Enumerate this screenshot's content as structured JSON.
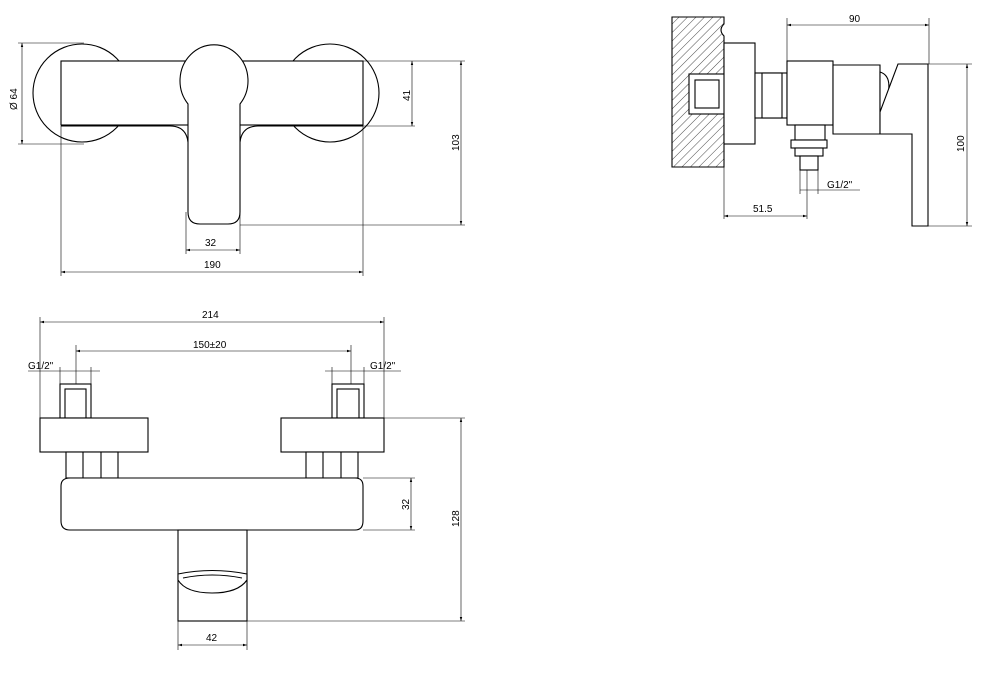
{
  "dimensions": {
    "front_dia": "Ø 64",
    "front_h41": "41",
    "front_h103": "103",
    "front_w32": "32",
    "front_w190": "190",
    "side_w90": "90",
    "side_h100": "100",
    "side_w51": "51.5",
    "side_thread": "G1/2\"",
    "top_w214": "214",
    "top_w150": "150±20",
    "top_thread_left": "G1/2\"",
    "top_thread_right": "G1/2\"",
    "top_h32": "32",
    "top_h128": "128",
    "top_w42": "42"
  }
}
